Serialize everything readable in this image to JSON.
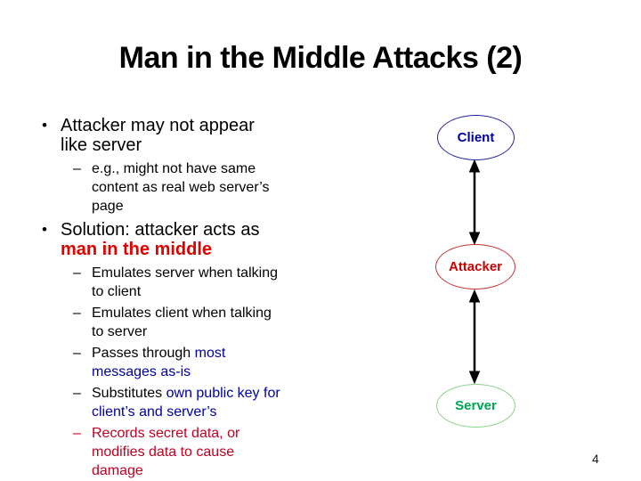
{
  "slide": {
    "title": "Man in the Middle Attacks (2)",
    "page_number": "4",
    "background": "#ffffff"
  },
  "outline": {
    "items": [
      {
        "level": 1,
        "marker": "•",
        "segments": [
          {
            "text": "Attacker may not appear like server",
            "emphasis": "none"
          }
        ]
      },
      {
        "level": 2,
        "marker": "–",
        "segments": [
          {
            "text": "e.g., might not have same content as real web server’s page",
            "emphasis": "none"
          }
        ]
      },
      {
        "level": 1,
        "marker": "•",
        "segments": [
          {
            "text": "Solution: attacker acts as ",
            "emphasis": "none"
          },
          {
            "text": "man in the middle",
            "emphasis": "red-bold"
          }
        ]
      },
      {
        "level": 2,
        "marker": "–",
        "segments": [
          {
            "text": "Emulates server when talking to client",
            "emphasis": "none"
          }
        ]
      },
      {
        "level": 2,
        "marker": "–",
        "segments": [
          {
            "text": "Emulates client when talking to server",
            "emphasis": "none"
          }
        ]
      },
      {
        "level": 2,
        "marker": "–",
        "segments": [
          {
            "text": "Passes through ",
            "emphasis": "none"
          },
          {
            "text": "most messages as-is",
            "emphasis": "blue"
          }
        ]
      },
      {
        "level": 2,
        "marker": "–",
        "segments": [
          {
            "text": "Substitutes ",
            "emphasis": "none"
          },
          {
            "text": "own public key for client’s and server’s",
            "emphasis": "blue"
          }
        ]
      },
      {
        "level": 2,
        "marker": "–",
        "marker_color": "red",
        "segments": [
          {
            "text": "Records secret data, or modifies data to cause damage",
            "emphasis": "red"
          }
        ]
      }
    ]
  },
  "diagram": {
    "nodes": [
      {
        "id": "client",
        "label": "Client",
        "text_color": "#0000a0",
        "border_color": "#22229a"
      },
      {
        "id": "attacker",
        "label": "Attacker",
        "text_color": "#cc0000",
        "border_color": "#c63333"
      },
      {
        "id": "server",
        "label": "Server",
        "text_color": "#00a651",
        "border_color": "#8ad48a"
      }
    ],
    "arrows": [
      {
        "between": "client-attacker",
        "direction": "both",
        "color": "#000000"
      },
      {
        "between": "attacker-server",
        "direction": "both",
        "color": "#000000"
      }
    ]
  },
  "colors": {
    "title": "#000000",
    "body": "#000000",
    "emphasis_blue": "#0000a0",
    "emphasis_red_bold": "#e00000",
    "emphasis_red": "#c00020",
    "arrow": "#000000",
    "background": "#ffffff"
  }
}
